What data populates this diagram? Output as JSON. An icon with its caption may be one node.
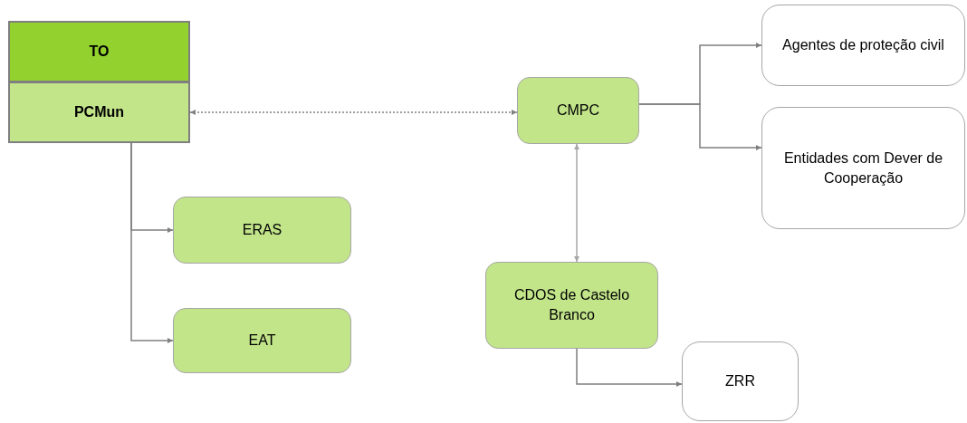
{
  "diagram": {
    "nodes": [
      {
        "text": [
          "TO"
        ]
      },
      {
        "text": [
          "PCMun"
        ]
      },
      {
        "text": [
          "CMPC"
        ]
      },
      {
        "text": [
          "Agentes de proteção civil"
        ]
      },
      {
        "text": [
          "Entidades com Dever de Cooperação"
        ]
      },
      {
        "text": [
          "ERAS"
        ]
      },
      {
        "text": [
          "EAT"
        ]
      },
      {
        "text": [
          "CDOS de Castelo Branco"
        ]
      },
      {
        "text": [
          "ZRR"
        ]
      }
    ],
    "edges": [
      {
        "from": 1,
        "to": 2,
        "arrow": "both",
        "style": "dashed"
      },
      {
        "from": 2,
        "to": 3,
        "arrow": "to"
      },
      {
        "from": 2,
        "to": 4,
        "arrow": "to"
      },
      {
        "from": 1,
        "to": 5,
        "arrow": "to"
      },
      {
        "from": 1,
        "to": 6,
        "arrow": "to"
      },
      {
        "from": 7,
        "to": 2,
        "arrow": "both",
        "color": "#a6a6a6"
      },
      {
        "from": 7,
        "to": 8,
        "arrow": "to"
      }
    ]
  }
}
